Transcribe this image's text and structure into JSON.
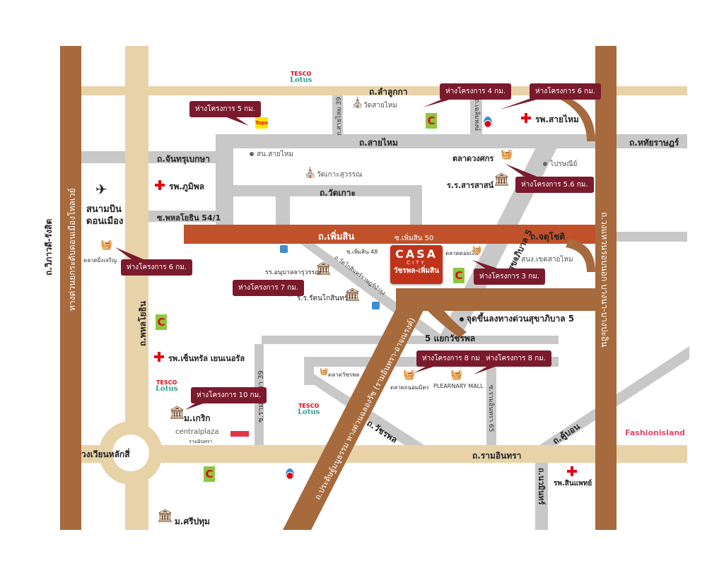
{
  "colors": {
    "expressway": "#a66a3c",
    "main_road": "#e8d3a9",
    "minor_road": "#c9c8c8",
    "phum_sin": "#c0512b",
    "callout": "#7b1a2d",
    "project": "#c0331a"
  },
  "project": {
    "name": "CASA",
    "sub": "CITY",
    "location": "วัชรพล-เพิ่มสิน"
  },
  "roads": {
    "lam_luk_ka": "ถ.ลำลูกกา",
    "sai_mai": "ถ.สายไหม",
    "hathai_rat": "ถ.หทัยราษฎร์",
    "chanthrubeksa": "ถ.จันทรุเบกษา",
    "wat_ko": "ถ.วัดเกาะ",
    "phahon_54_1": "ซ.พหลโยธิน 54/1",
    "phum_sin": "ถ.เพิ่มสิน",
    "phum_sin_50": "ซ.เพิ่มสิน 50",
    "phum_sin_48": "ซ.เพิ่มสิน 48",
    "chatuchot": "ถ.จตุโชติ",
    "sukhaphiban5": "ถ.สุขาภิบาล 5",
    "wat_kosin": "ถ.วัดโกสินทร์ราษฎร์บำรุง",
    "sai_mai_39": "ถ.สายไหม 39",
    "chaloem_phong": "ถ.เฉลิมพงษ์",
    "phahonyothin": "ถ.พหลโยธิน",
    "vibhavadi": "ถ.วิภาวดี-รังสิต",
    "tollway": "ทางด่วนยกระดับดอนเมืองโทลเวย์",
    "outer_ring": "ถ.วงแหวนรอบนอก บางนา-บางปะอิน",
    "expressway": "ถ.ประดิษฐ์มนูธรรม ทางด่วนฉลองรัช (รามอินทรา-อาจณรงค์)",
    "ram_intra_39": "ซ.รามอินทรา 39",
    "ram_intra_65": "ซ.รามอินทรา 65",
    "watcharaphon": "ถ.วัชรพล",
    "khu_bon": "ถ.คู้บอน",
    "ram_intra": "ถ.รามอินทรา",
    "nawamin": "ถ.นวมินทร์",
    "lak_si": "วงเวียนหลักสี่",
    "watcharaphon_junction": "5 แยกวัชรพล",
    "expressway_exit": "จุดขึ้นลงทางด่วนสุขาภิบาล 5"
  },
  "places": {
    "wat_sai_mai": "วัดสายไหม",
    "sai_mai_hospital": "รพ.สายไหม",
    "sai_mai_district": "สน.สายไหม",
    "wat_ko_suwan": "วัดเกาะสุวรรณ",
    "wong_sakon_market": "ตลาดวงศกร",
    "post_office": "ไปรษณีย์",
    "sarasas_school": "ร.ร.สารสาสน์",
    "bhumibol_hospital": "รพ.ภูมิพล",
    "airport": "สนามบิน",
    "airport2": "ดอนเมือง",
    "ying_charoen_market": "ตลาดยิ่งเจริญ",
    "anuban_school": "รร.อนุบาลจารุวรรณ",
    "rattanakosin_school": "ร.ร.รัตนโกสินทร์",
    "doi_ngoen_market": "ตลาดดอยเงิน",
    "khet_sai_mai": "สนง.เขตสายไหม",
    "central_hospital": "รพ.เซ็นทรัล เยนเนอรัล",
    "watcharaphon_market": "ตลาดวัชรพล",
    "thanon_market": "ตลาดถนอมมิตร",
    "plearnary": "PLEARNARY MALL",
    "kasem_univ": "ม.เกริก",
    "central_plaza": "centralplaza",
    "central_plaza_sub": "รามอินทรา",
    "sinphaet_hospital": "รพ.สินแพทย์",
    "sripatum_univ": "ม.ศรีปทุม",
    "tesco1": "TESCO",
    "tesco2": "Lotus",
    "tops": "Tops",
    "fashion_island": "Fashionisland",
    "bigc": "C"
  },
  "callouts": [
    "ห่างโครงการ 5 กม.",
    "ห่างโครงการ 4 กม.",
    "ห่างโครงการ 6 กม.",
    "ห่างโครงการ 5.6 กม.",
    "ห่างโครงการ 6 กม.",
    "ห่างโครงการ 7 กม.",
    "ห่างโครงการ 3 กม.",
    "ห่างโครงการ 8 กม.",
    "ห่างโครงการ 8 กม.",
    "ห่างโครงการ 10 กม."
  ]
}
